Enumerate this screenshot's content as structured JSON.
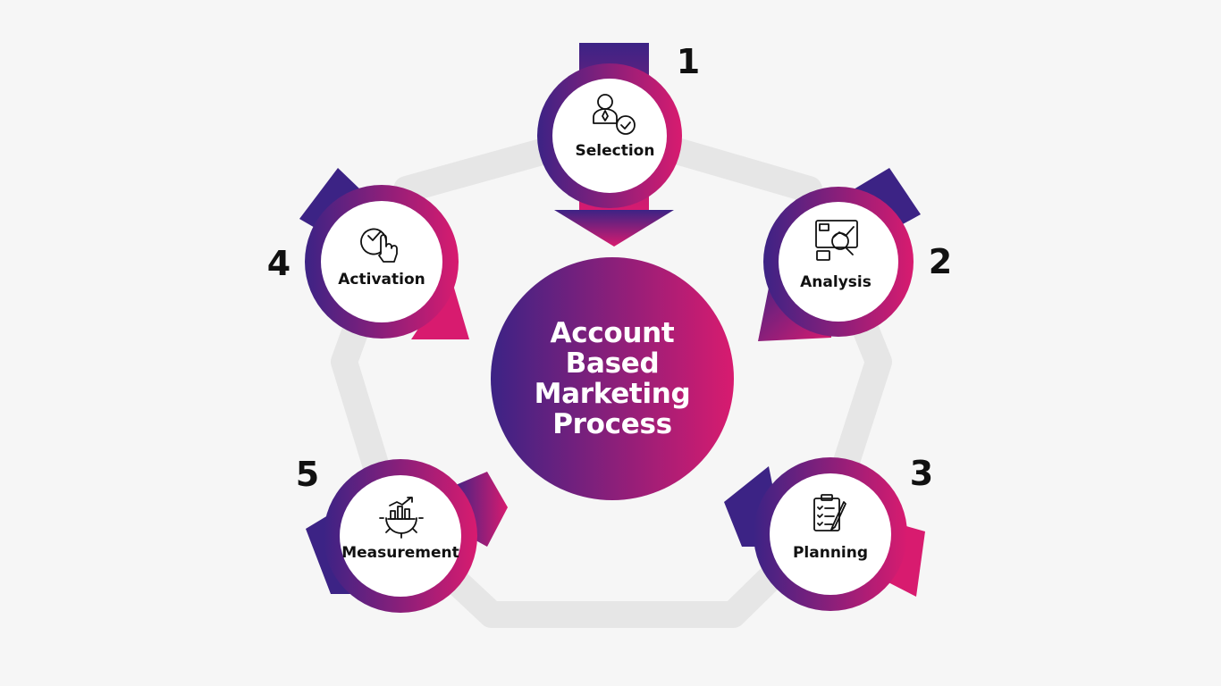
{
  "center": {
    "lines": [
      "Account",
      "Based",
      "Marketing",
      "Process"
    ]
  },
  "steps": [
    {
      "number": "1",
      "label": "Selection",
      "icon": "user-check-icon"
    },
    {
      "number": "2",
      "label": "Analysis",
      "icon": "magnify-chart-icon"
    },
    {
      "number": "3",
      "label": "Planning",
      "icon": "clipboard-checklist-icon"
    },
    {
      "number": "4",
      "label": "Activation",
      "icon": "touch-check-icon"
    },
    {
      "number": "5",
      "label": "Measurement",
      "icon": "gear-growth-icon"
    }
  ],
  "colors": {
    "background": "#f6f6f6",
    "ring": "#e6e6e6",
    "gradient_start": "#3c2385",
    "gradient_end": "#d81b6f",
    "text": "#111111"
  }
}
